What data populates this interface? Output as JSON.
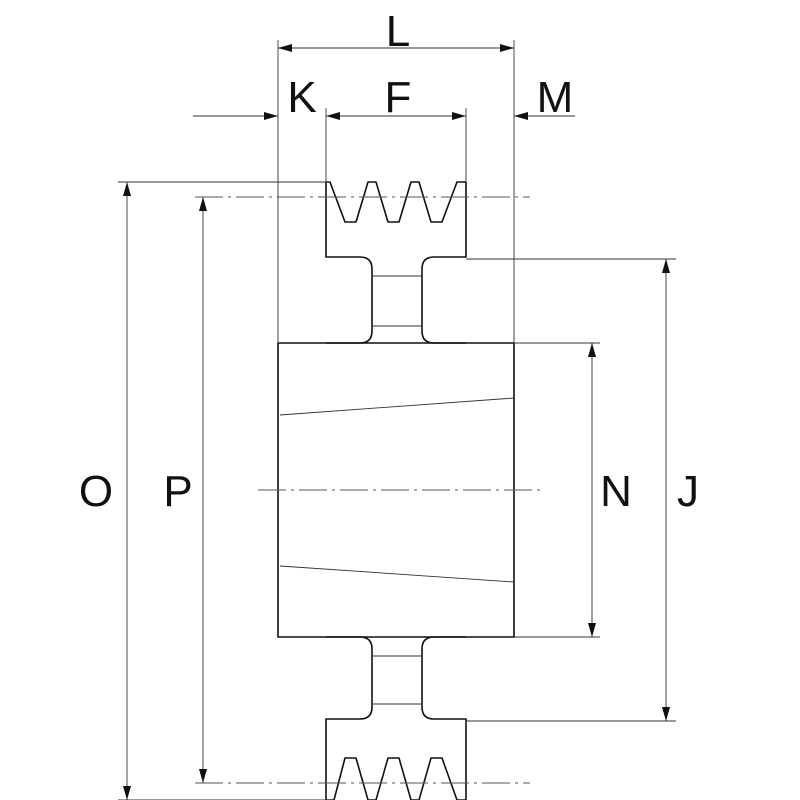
{
  "labels": {
    "L": "L",
    "K": "K",
    "F": "F",
    "M": "M",
    "O": "O",
    "P": "P",
    "N": "N",
    "J": "J"
  }
}
